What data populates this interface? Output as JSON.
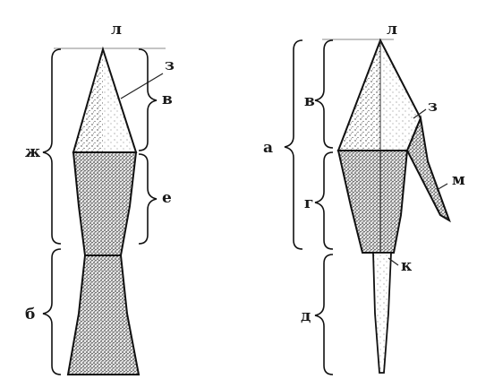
{
  "figure": {
    "left_drawing": {
      "labels": {
        "tip": "л",
        "z": "з",
        "v": "в",
        "zh": "ж",
        "e": "е",
        "b": "б"
      }
    },
    "right_drawing": {
      "labels": {
        "tip": "л",
        "z": "з",
        "v": "в",
        "a": "а",
        "m": "м",
        "g": "г",
        "k": "к",
        "d": "д"
      }
    }
  }
}
